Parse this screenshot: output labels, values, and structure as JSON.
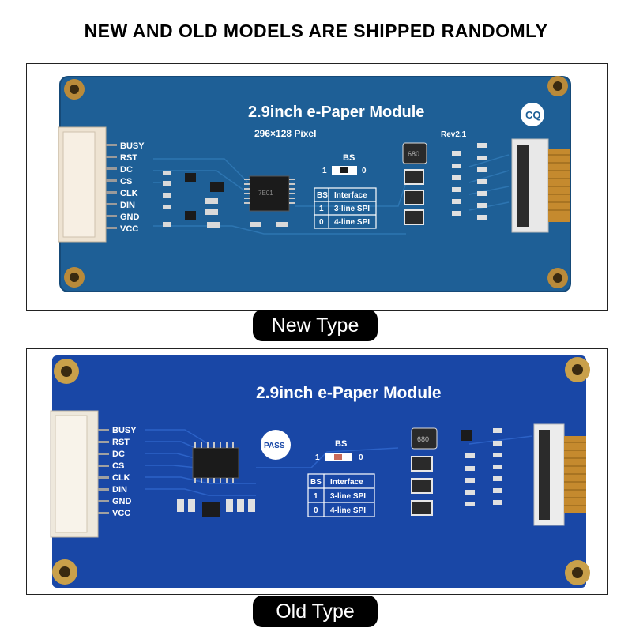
{
  "headline": "NEW AND OLD MODELS ARE SHIPPED RANDOMLY",
  "new_type": {
    "caption": "New Type",
    "board_title": "2.9inch e-Paper Module",
    "pixel_label": "296×128 Pixel",
    "revision": "Rev2.1",
    "pins": [
      "BUSY",
      "RST",
      "DC",
      "CS",
      "CLK",
      "DIN",
      "GND",
      "VCC"
    ],
    "bs_label": "BS",
    "bs_one": "1",
    "bs_zero": "0",
    "table": {
      "header": [
        "BS",
        "Interface"
      ],
      "rows": [
        [
          "1",
          "3-line SPI"
        ],
        [
          "0",
          "4-line SPI"
        ]
      ]
    },
    "inductor_mark": "680",
    "chip_mark": "7E01",
    "logo_mark": "CQ",
    "board_color": "#1e5f96"
  },
  "old_type": {
    "caption": "Old Type",
    "board_title": "2.9inch e-Paper Module",
    "pins": [
      "BUSY",
      "RST",
      "DC",
      "CS",
      "CLK",
      "DIN",
      "GND",
      "VCC"
    ],
    "bs_label": "BS",
    "bs_one": "1",
    "bs_zero": "0",
    "table": {
      "header": [
        "BS",
        "Interface"
      ],
      "rows": [
        [
          "1",
          "3-line SPI"
        ],
        [
          "0",
          "4-line SPI"
        ]
      ]
    },
    "inductor_mark": "680",
    "pass_mark": "PASS",
    "board_color": "#1947a6"
  }
}
